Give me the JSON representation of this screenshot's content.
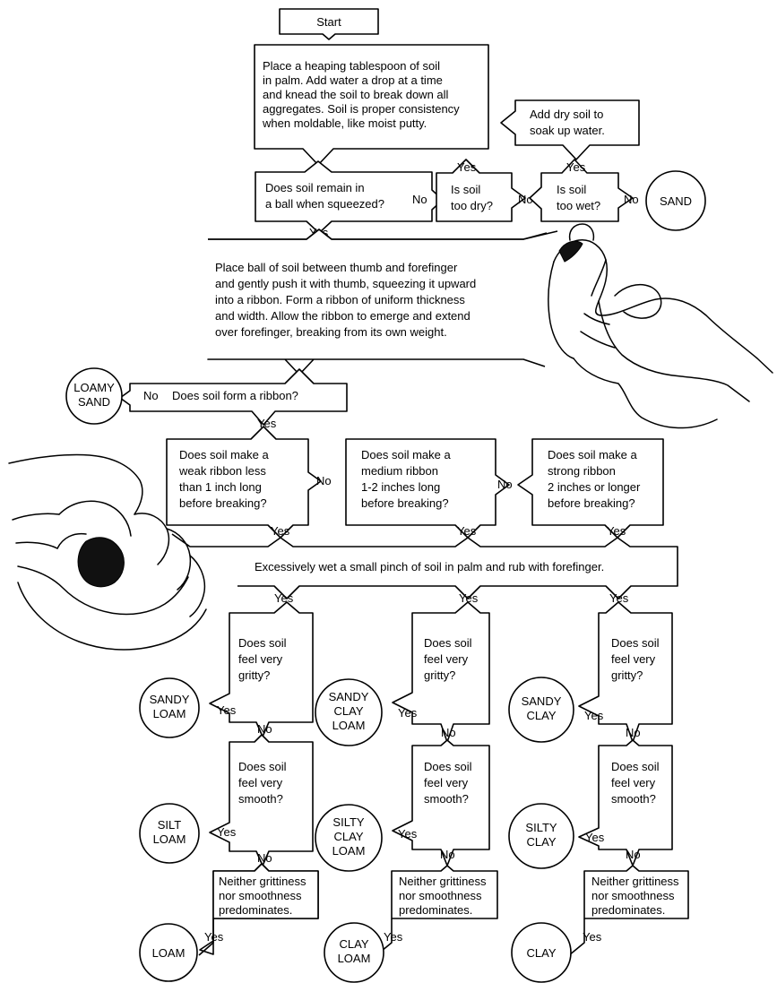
{
  "start": "Start",
  "step1": [
    "Place a heaping tablespoon of soil",
    "in palm.  Add water a drop at a time",
    "and knead the soil to break down all",
    "aggregates.  Soil is proper consistency",
    "when moldable, like moist putty."
  ],
  "add_dry": [
    "Add dry soil to",
    "soak up water."
  ],
  "q_ball": [
    "Does soil remain in",
    "a ball when squeezed?"
  ],
  "q_dry": [
    "Is soil",
    "too dry?"
  ],
  "q_wet": [
    "Is soil",
    "too wet?"
  ],
  "sand": "SAND",
  "ribbon_instr": [
    "Place ball of soil between thumb and forefinger",
    "and gently push it with thumb, squeezing it upward",
    "into a ribbon. Form a ribbon of uniform thickness",
    "and width. Allow the ribbon to emerge and extend",
    "over forefinger, breaking from its own weight."
  ],
  "q_ribbon": "Does soil form a ribbon?",
  "loamy_sand": [
    "LOAMY",
    "SAND"
  ],
  "q_weak": [
    "Does soil make a",
    "weak ribbon less",
    "than 1 inch long",
    "before breaking?"
  ],
  "q_medium": [
    "Does soil make a",
    "medium ribbon",
    "1-2 inches long",
    "before breaking?"
  ],
  "q_strong": [
    "Does soil make a",
    "strong ribbon",
    "2 inches or longer",
    "before breaking?"
  ],
  "wet_instr": "Excessively wet a small pinch of soil in palm and rub with forefinger.",
  "q_gritty": [
    "Does soil",
    "feel very",
    "gritty?"
  ],
  "q_smooth": [
    "Does soil",
    "feel very",
    "smooth?"
  ],
  "neither": [
    "Neither grittiness",
    "nor smoothness",
    "predominates."
  ],
  "results": {
    "sandy_loam": [
      "SANDY",
      "LOAM"
    ],
    "silt_loam": [
      "SILT",
      "LOAM"
    ],
    "loam": [
      "LOAM"
    ],
    "sandy_clay_loam": [
      "SANDY",
      "CLAY",
      "LOAM"
    ],
    "silty_clay_loam": [
      "SILTY",
      "CLAY",
      "LOAM"
    ],
    "clay_loam": [
      "CLAY",
      "LOAM"
    ],
    "sandy_clay": [
      "SANDY",
      "CLAY"
    ],
    "silty_clay": [
      "SILTY",
      "CLAY"
    ],
    "clay": [
      "CLAY"
    ]
  },
  "yes": "Yes",
  "no": "No"
}
